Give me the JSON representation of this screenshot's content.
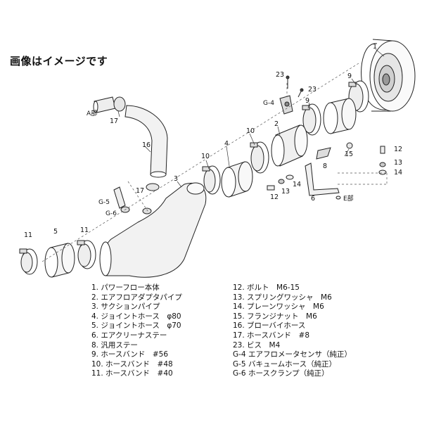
{
  "heading": "画像はイメージです",
  "callouts": {
    "n1": "1",
    "n23a": "23",
    "n23b": "23",
    "g4": "G-4",
    "n9a": "9",
    "n9b": "9",
    "n2": "2",
    "n10a": "10",
    "n10b": "10",
    "n4": "4",
    "n15": "15",
    "n12a": "12",
    "n12b": "12",
    "n13a": "13",
    "n13b": "13",
    "n14a": "14",
    "n14b": "14",
    "n8": "8",
    "n6": "6",
    "e_part": "E部",
    "a_part": "A部",
    "n17a": "17",
    "n17b": "17",
    "n16": "16",
    "n3": "3",
    "g5": "G-5",
    "g6": "G-6",
    "n11a": "11",
    "n11b": "11",
    "n5": "5"
  },
  "legend_left": [
    "1. パワーフロー本体",
    "2. エアフロアダプタパイプ",
    "3. サクションパイプ",
    "4. ジョイントホース　φ80",
    "5. ジョイントホース　φ70",
    "6. エアクリーナステー",
    "8. 汎用ステー",
    "9. ホースバンド　#56",
    "10. ホースバンド　#48",
    "11. ホースバンド　#40"
  ],
  "legend_right": [
    "12. ボルト　M6-15",
    "13. スプリングワッシャ　M6",
    "14. プレーンワッシャ　M6",
    "15. フランジナット　M6",
    "16. ブローバイホース",
    "17. ホースバンド　#8",
    "23. ビス　M4",
    "G-4 エアフロメータセンサ（純正）",
    "G-5 バキュームホース（純正）",
    "G-6 ホースクランプ（純正）"
  ]
}
